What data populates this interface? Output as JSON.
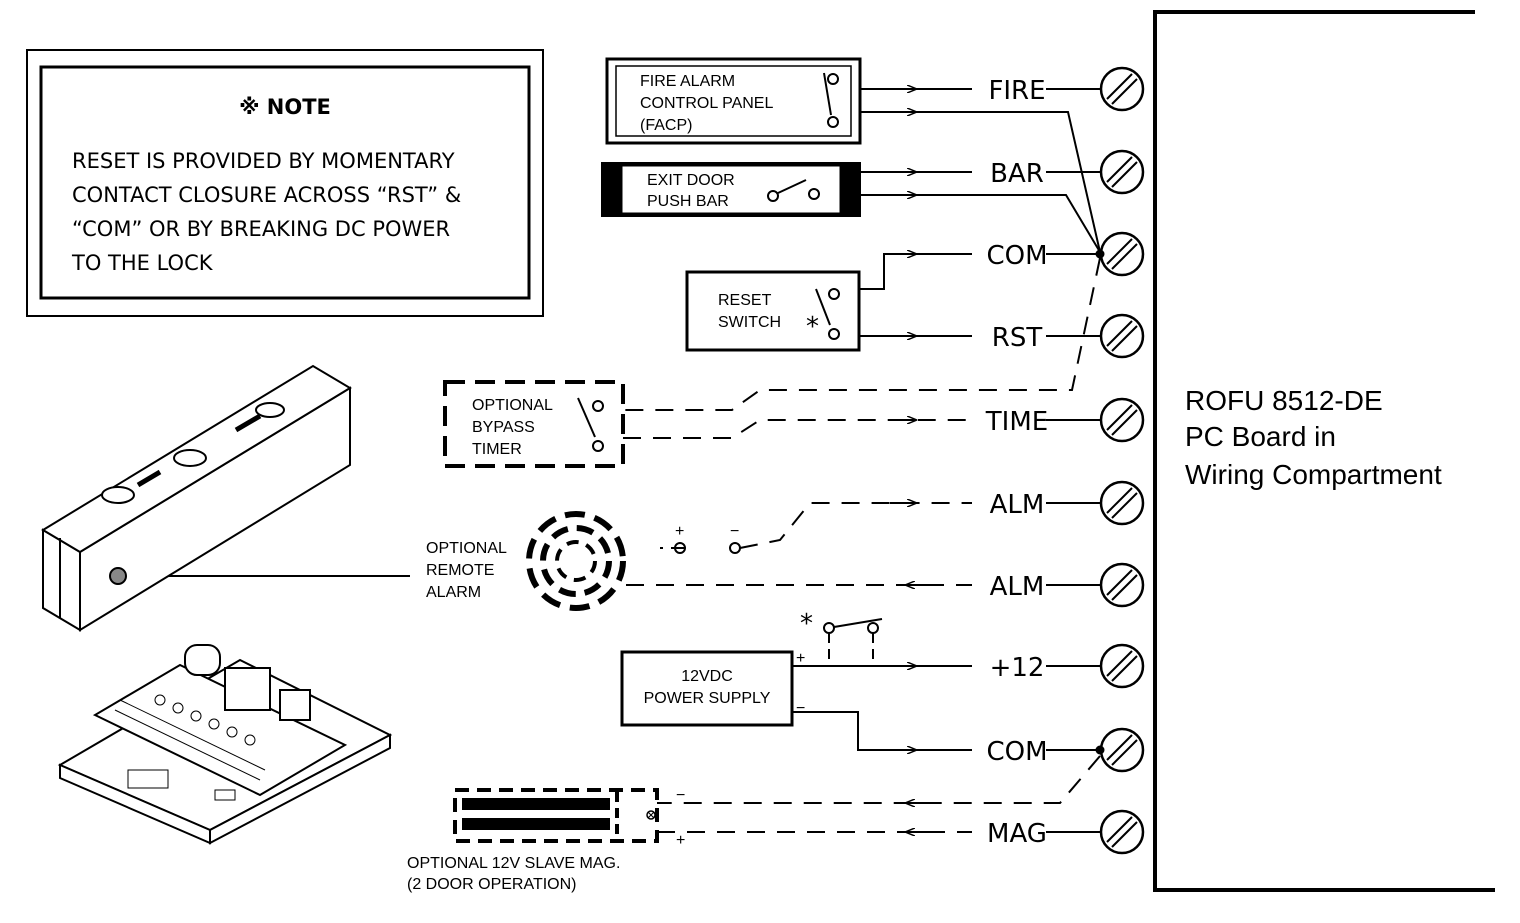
{
  "note": {
    "title": "※ NOTE",
    "lines": [
      "RESET IS PROVIDED BY MOMENTARY",
      "CONTACT CLOSURE ACROSS “RST” &",
      "“COM” OR BY BREAKING DC POWER",
      "TO THE LOCK"
    ]
  },
  "board": {
    "lines": [
      "ROFU 8512-DE",
      "PC Board in",
      "Wiring Compartment"
    ]
  },
  "terminals": [
    "FIRE",
    "BAR",
    "COM",
    "RST",
    "TIME",
    "ALM",
    "ALM",
    "+12",
    "COM",
    "MAG"
  ],
  "devices": {
    "facp": [
      "FIRE ALARM",
      "CONTROL PANEL",
      "(FACP)"
    ],
    "exit_door": [
      "EXIT DOOR",
      "PUSH BAR"
    ],
    "reset_switch": [
      "RESET",
      "SWITCH"
    ],
    "bypass_timer": [
      "OPTIONAL",
      "BYPASS",
      "TIMER"
    ],
    "remote_alarm": [
      "OPTIONAL",
      "REMOTE",
      "ALARM"
    ],
    "power_supply": [
      "12VDC",
      "POWER SUPPLY"
    ],
    "slave_mag": [
      "OPTIONAL 12V SLAVE MAG.",
      "(2 DOOR OPERATION)"
    ]
  },
  "symbols": {
    "asterisk": "*",
    "plus": "+",
    "minus": "−"
  }
}
